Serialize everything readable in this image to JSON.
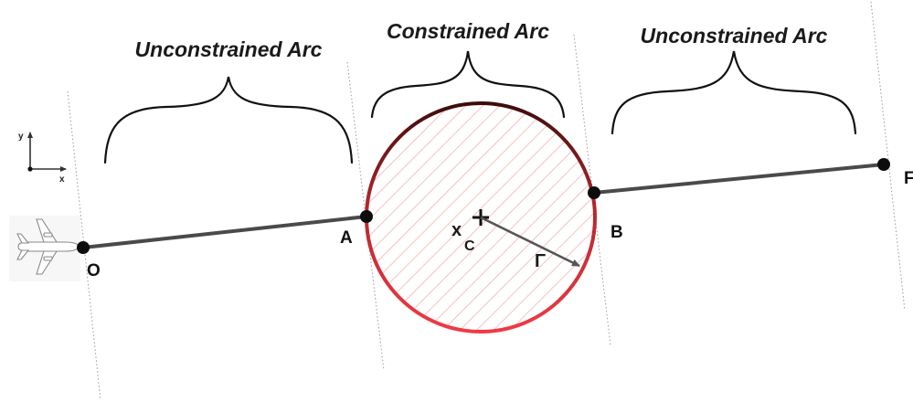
{
  "arcs": {
    "left_title": "Unconstrained Arc",
    "middle_title": "Constrained Arc",
    "right_title": "Unconstrained Arc"
  },
  "points": {
    "origin": "O",
    "a": "A",
    "b": "B",
    "f": "F"
  },
  "axes": {
    "x_label": "x",
    "y_label": "y"
  },
  "obstacle": {
    "center_label": "x",
    "center_subscript": "C",
    "radius_label": "Γ"
  },
  "colors": {
    "path_line": "#4a4a4a",
    "circle_fill_hatch": "#f4a7ab",
    "circle_top": "#4a0d0d",
    "circle_bottom": "#ef3b45",
    "brace": "#111111",
    "divider": "#9a9a9a"
  },
  "icons": {
    "aircraft": "airplane-icon"
  }
}
